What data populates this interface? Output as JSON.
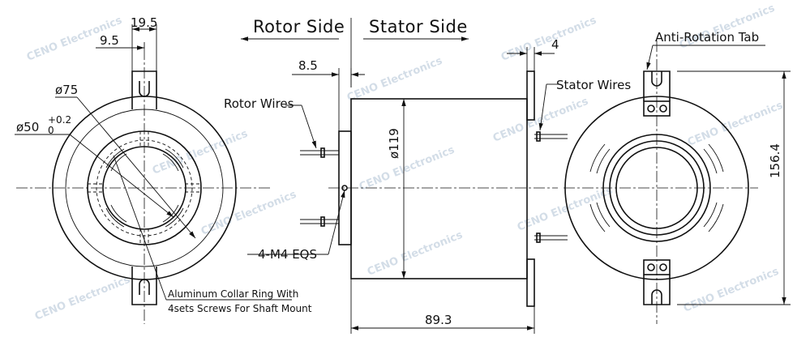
{
  "sides": {
    "rotor": "Rotor Side",
    "stator": "Stator Side"
  },
  "dimensions": {
    "slot_width": "19.5",
    "tab_offset": "9.5",
    "outer_diameter": "ø75",
    "bore_diameter": "ø50",
    "bore_tol_plus": "+0.2",
    "bore_tol_minus": "0",
    "collar_thickness": "8.5",
    "body_diameter": "ø119",
    "length": "89.3",
    "flange_thickness": "4",
    "height": "156.4"
  },
  "labels": {
    "rotor_wires": "Rotor Wires",
    "stator_wires": "Stator Wires",
    "anti_rotation_tab": "Anti-Rotation Tab",
    "screws": "4-M4 EQS",
    "collar_line1": "Aluminum Collar Ring With",
    "collar_line2": "4sets Screws For Shaft Mount"
  },
  "watermark": "CENO Electronics"
}
